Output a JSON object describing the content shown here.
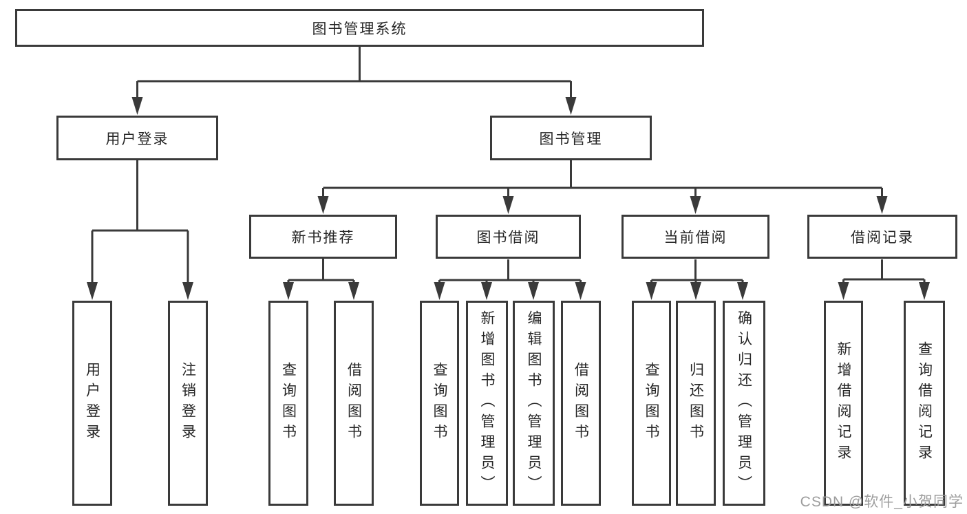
{
  "diagram_type": "hierarchy-tree",
  "colors": {
    "line": "#3a3a3a",
    "text": "#262626",
    "watermark": "#9d9d9d",
    "background": "#ffffff"
  },
  "watermark": "CSDN @软件_小贺同学",
  "tree": {
    "root": "图书管理系统",
    "branches": [
      {
        "label": "用户登录",
        "children": [
          {
            "label": "用户登录"
          },
          {
            "label": "注销登录"
          }
        ]
      },
      {
        "label": "图书管理",
        "children": [
          {
            "label": "新书推荐",
            "children": [
              {
                "label": "查询图书"
              },
              {
                "label": "借阅图书"
              }
            ]
          },
          {
            "label": "图书借阅",
            "children": [
              {
                "label": "查询图书"
              },
              {
                "label": "新增图书（管理员）"
              },
              {
                "label": "编辑图书（管理员）"
              },
              {
                "label": "借阅图书"
              }
            ]
          },
          {
            "label": "当前借阅",
            "children": [
              {
                "label": "查询图书"
              },
              {
                "label": "归还图书"
              },
              {
                "label": "确认归还（管理员）"
              }
            ]
          },
          {
            "label": "借阅记录",
            "children": [
              {
                "label": "新增借阅记录"
              },
              {
                "label": "查询借阅记录"
              }
            ]
          }
        ]
      }
    ]
  }
}
